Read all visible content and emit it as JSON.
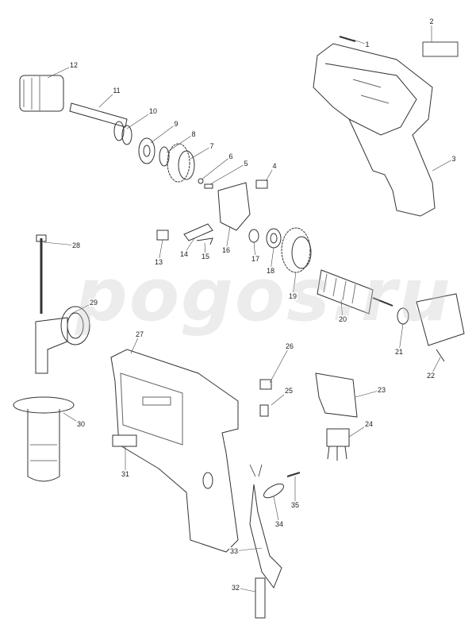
{
  "diagram": {
    "title": "Exploded parts diagram of hammer drill",
    "watermark": "pogos.ru",
    "part_numbers": [
      "1",
      "2",
      "3",
      "4",
      "5",
      "6",
      "7",
      "8",
      "9",
      "10",
      "11",
      "12",
      "13",
      "14",
      "15",
      "16",
      "17",
      "18",
      "19",
      "20",
      "21",
      "22",
      "23",
      "24",
      "25",
      "26",
      "27",
      "28",
      "29",
      "30",
      "31",
      "32",
      "33",
      "34",
      "35"
    ],
    "line_color": "#333333"
  }
}
